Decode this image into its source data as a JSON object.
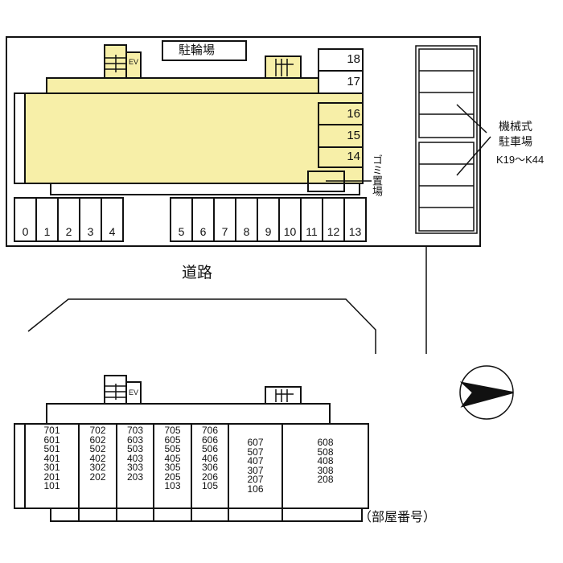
{
  "site": {
    "bicycle_parking": "駐輪場",
    "ev": "EV",
    "side_spaces": [
      "18",
      "17",
      "16",
      "15",
      "14"
    ],
    "garbage": "ゴミ置場",
    "front_spaces_left": [
      "0",
      "1",
      "2",
      "3",
      "4"
    ],
    "front_spaces_right": [
      "5",
      "6",
      "7",
      "8",
      "9",
      "10",
      "11",
      "12",
      "13"
    ],
    "mechanical_parking": [
      "機械式",
      "駐車場",
      "K19～K44"
    ],
    "road": "道路"
  },
  "building": {
    "ev": "EV",
    "columns": [
      [
        "701",
        "601",
        "501",
        "401",
        "301",
        "201",
        "101"
      ],
      [
        "702",
        "602",
        "502",
        "402",
        "302",
        "202"
      ],
      [
        "703",
        "603",
        "503",
        "403",
        "303",
        "203"
      ],
      [
        "705",
        "605",
        "505",
        "405",
        "305",
        "205",
        "103"
      ],
      [
        "706",
        "606",
        "506",
        "406",
        "306",
        "206",
        "105"
      ],
      [
        "607",
        "507",
        "407",
        "307",
        "207",
        "106"
      ],
      [
        "608",
        "508",
        "408",
        "308",
        "208"
      ]
    ],
    "legend": "（部屋番号）"
  },
  "colors": {
    "building_fill": "#f7efa8",
    "line": "#111111"
  }
}
